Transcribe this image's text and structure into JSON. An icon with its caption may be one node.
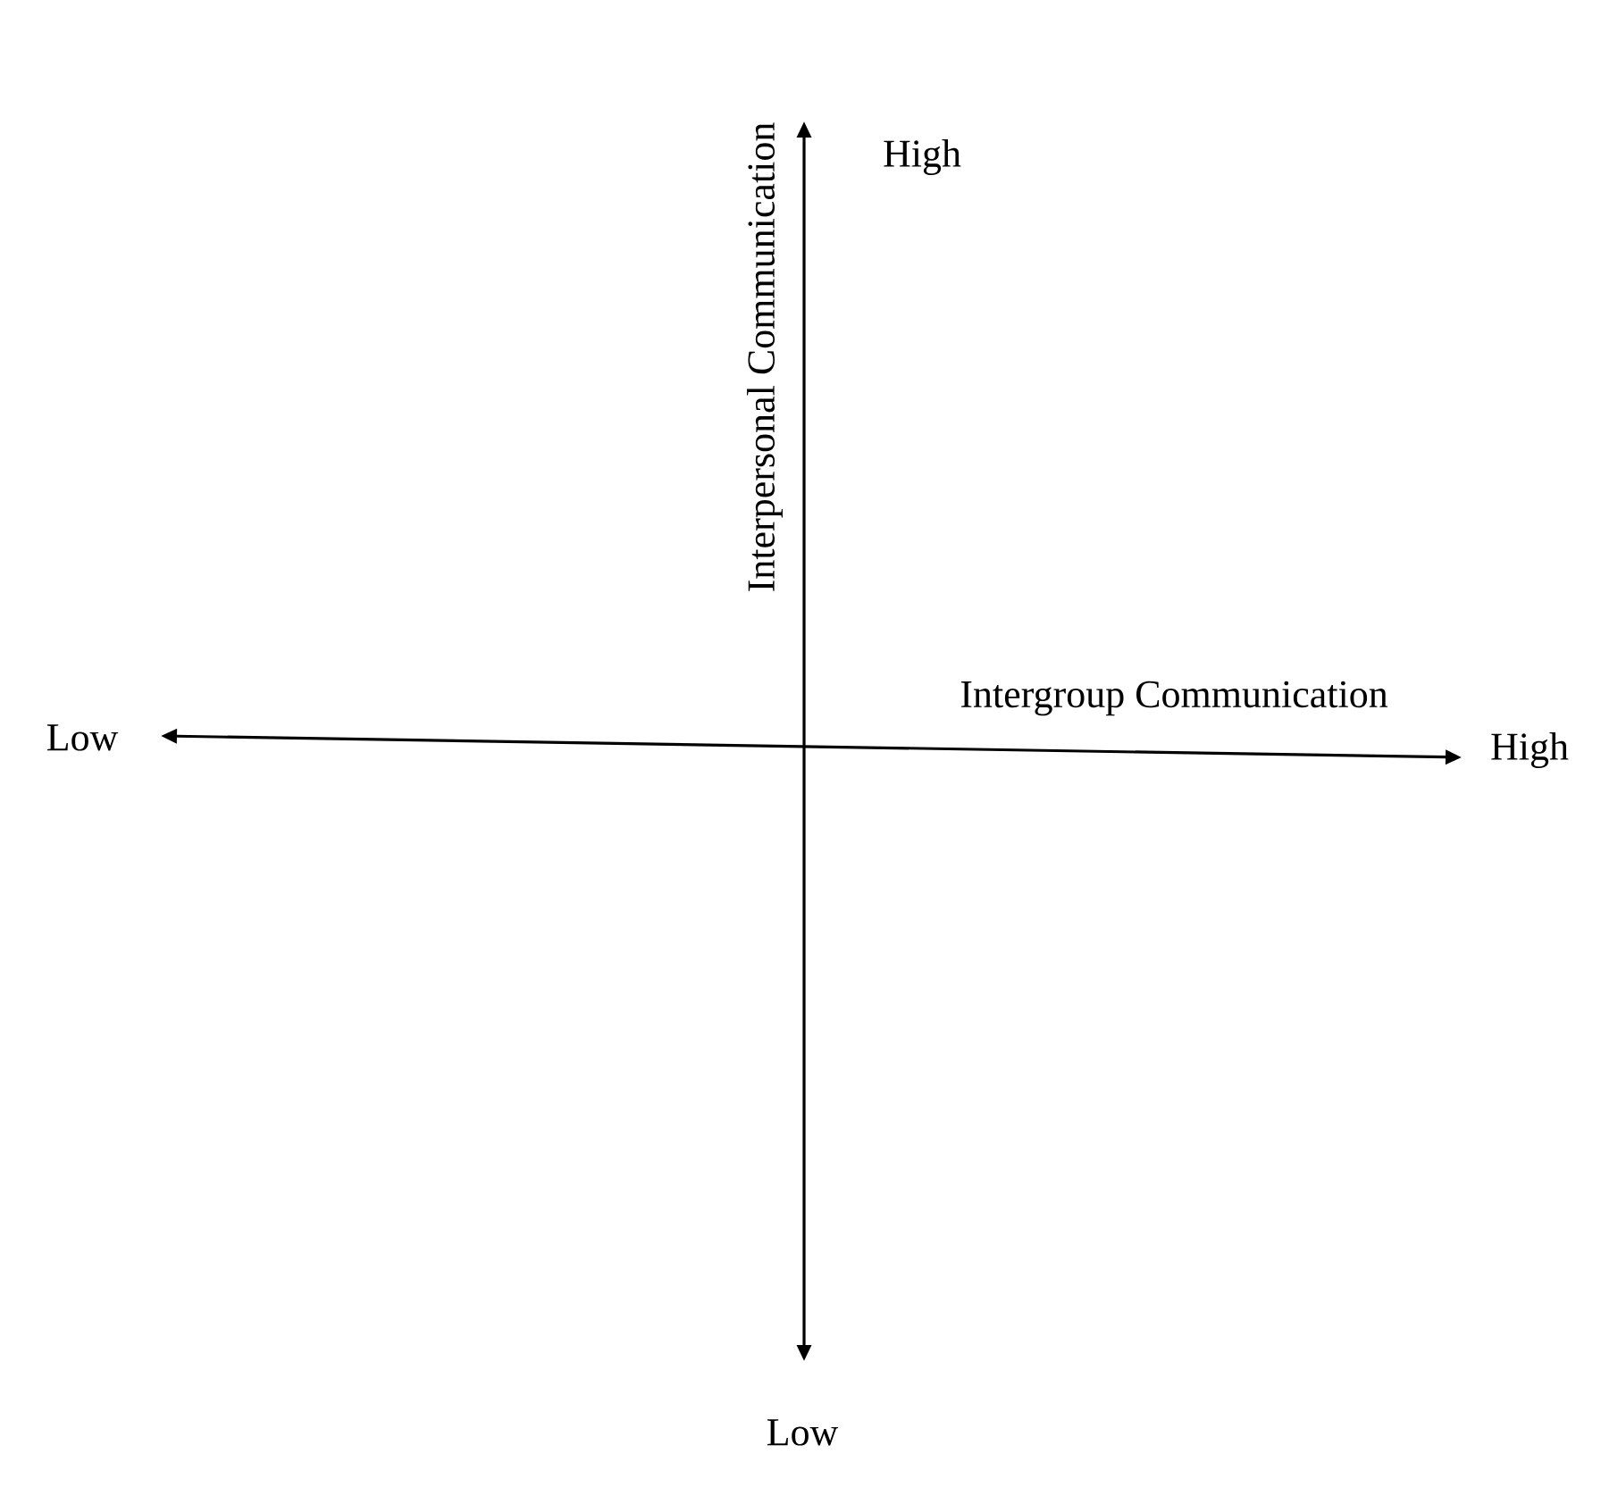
{
  "diagram": {
    "labels": [
      "Interpersonal Communication",
      "High",
      "Intergroup Communication",
      "Low",
      "High",
      "Low"
    ]
  }
}
